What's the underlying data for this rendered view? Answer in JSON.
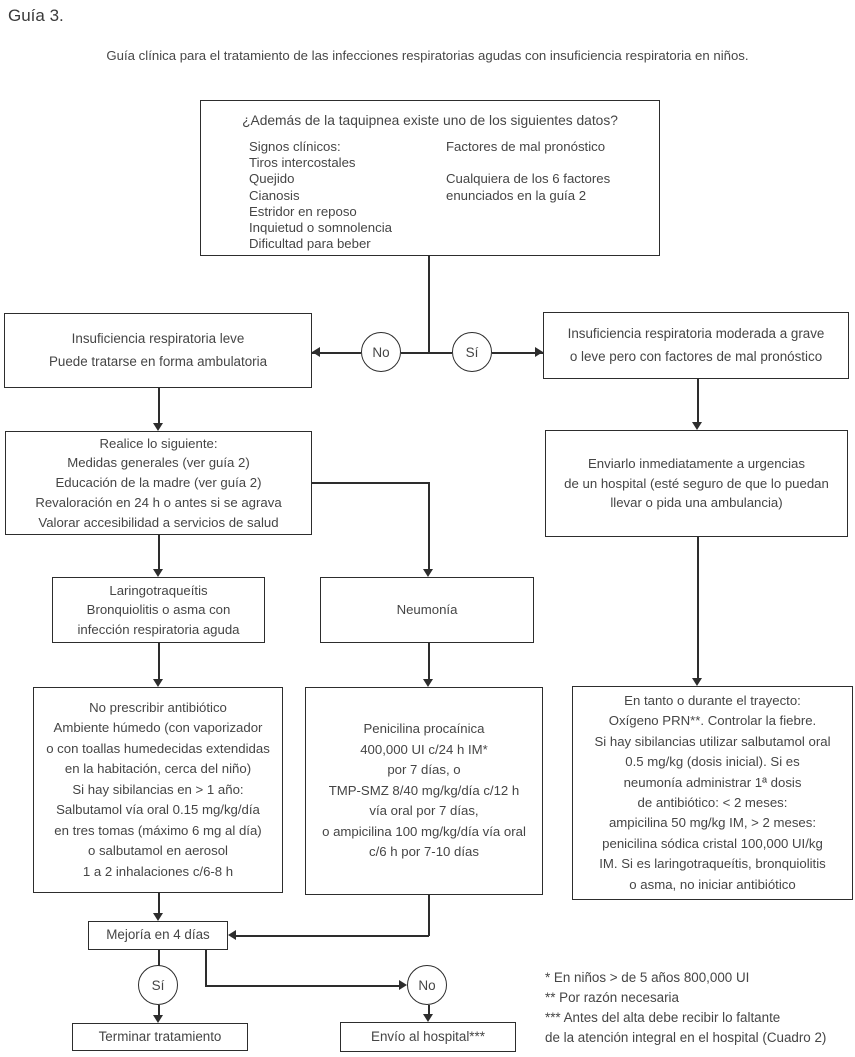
{
  "page": {
    "title": "Guía 3.",
    "subtitle": "Guía clínica para el tratamiento de las infecciones respiratorias agudas con insuficiencia respiratoria en niños."
  },
  "flowchart": {
    "question_box": {
      "title": "¿Además de la taquipnea existe uno de los siguientes datos?",
      "left_column": "Signos clínicos:\nTiros intercostales\nQuejido\nCianosis\nEstridor en reposo\nInquietud o somnolencia\nDificultad para beber",
      "right_column": "Factores de mal pronóstico\n\nCualquiera de los 6 factores\nenunciados en la guía 2"
    },
    "decisions": {
      "no_top": "No",
      "si_top": "Sí",
      "si_bottom": "Sí",
      "no_bottom": "No"
    },
    "boxes": {
      "mild": "Insuficiencia respiratoria leve\nPuede tratarse en forma ambulatoria",
      "severe": "Insuficiencia respiratoria moderada a grave\no leve pero con factores de mal pronóstico",
      "actions": "Realice lo siguiente:\nMedidas generales (ver guía 2)\nEducación de la madre (ver guía 2)\nRevaloración en 24 h o antes si se agrava\nValorar accesibilidad a servicios de salud",
      "send_hospital": "Enviarlo inmediatamente a urgencias\nde un hospital (esté seguro de que lo puedan\nllevar o pida una ambulancia)",
      "laryngo": "Laringotraqueítis\nBronquiolitis o asma con\ninfección respiratoria aguda",
      "pneumonia": "Neumonía",
      "no_antibiotic": "No prescribir antibiótico\nAmbiente húmedo (con vaporizador\no con toallas humedecidas extendidas\nen la habitación, cerca del niño)\nSi hay sibilancias en > 1 año:\nSalbutamol vía oral 0.15 mg/kg/día\nen tres tomas (máximo 6 mg al día)\no salbutamol en aerosol\n1 a 2 inhalaciones c/6-8 h",
      "penicillin": "Penicilina procaínica\n400,000 UI c/24 h IM*\npor 7 días, o\nTMP-SMZ 8/40 mg/kg/día c/12 h\nvía oral por 7 días,\no ampicilina 100 mg/kg/día vía oral\nc/6 h por 7-10 días",
      "transit": "En tanto o durante el trayecto:\nOxígeno PRN**. Controlar la fiebre.\nSi hay sibilancias utilizar salbutamol oral\n0.5 mg/kg (dosis inicial). Si es\nneumonía administrar 1ª dosis\nde antibiótico: < 2 meses:\nampicilina 50 mg/kg IM, > 2 meses:\npenicilina sódica cristal 100,000 UI/kg\nIM. Si es laringotraqueítis, bronquiolitis\no asma, no iniciar antibiótico",
      "improvement": "Mejoría en 4 días",
      "end_treatment": "Terminar tratamiento",
      "send_to_hospital": "Envío al hospital***"
    },
    "footnotes": "* En niños > de 5 años 800,000 UI\n** Por razón necesaria\n*** Antes del alta debe recibir lo faltante\nde la atención integral en el hospital (Cuadro 2)"
  },
  "colors": {
    "line": "#2d2d2d",
    "text": "#454545",
    "background": "#ffffff"
  }
}
